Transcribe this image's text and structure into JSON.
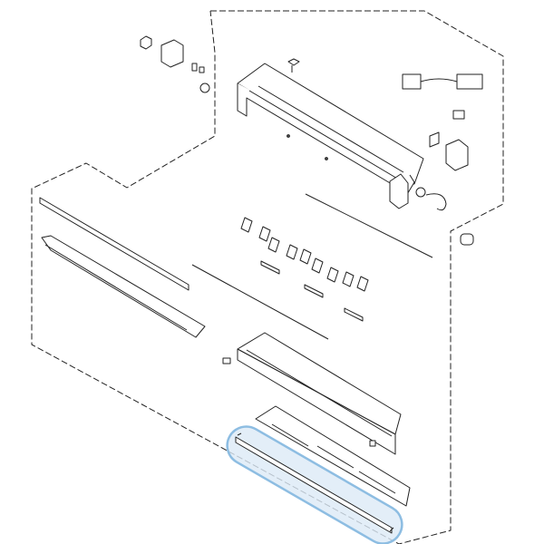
{
  "diagram": {
    "type": "exploded-parts-view",
    "line_color": "#222222",
    "boundary_style": "dashed",
    "highlight": {
      "fill": "#dceaf6",
      "stroke": "#8dbde2",
      "part": "front-panel-strip"
    }
  }
}
